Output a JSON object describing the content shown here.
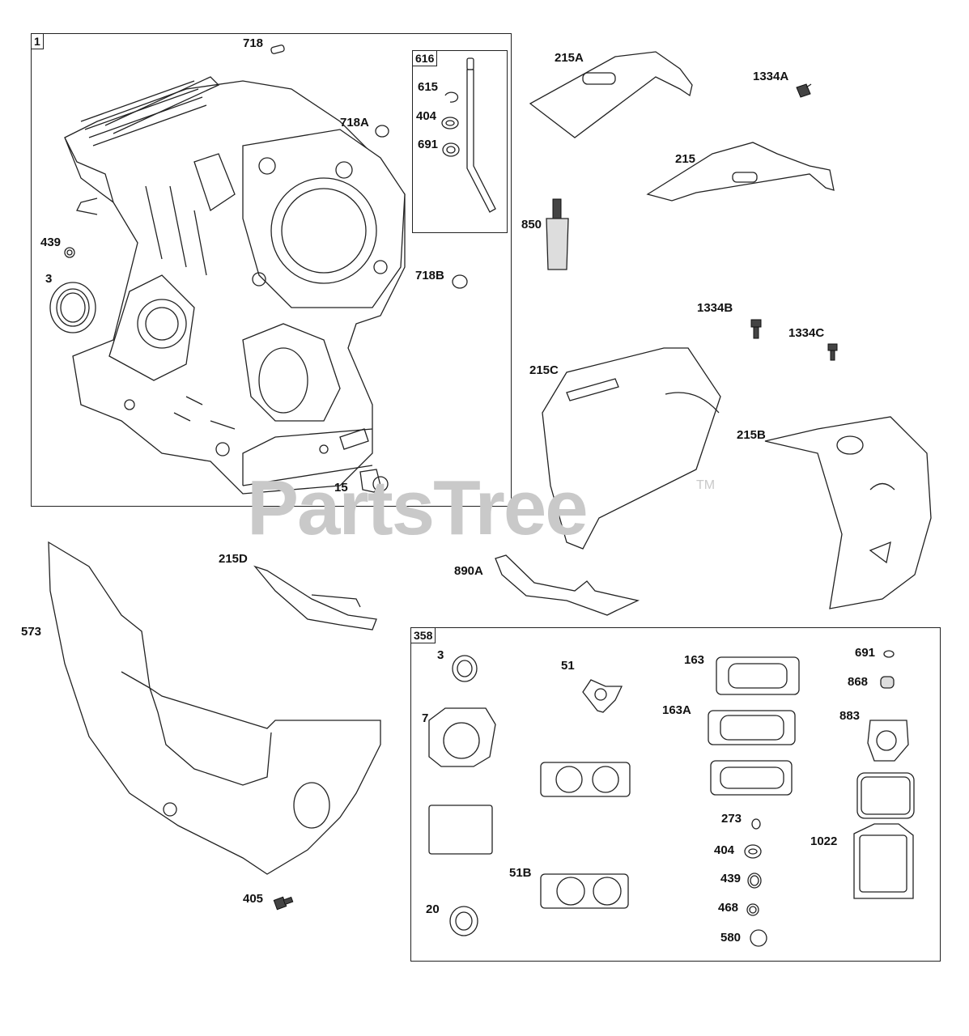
{
  "watermark": {
    "text": "PartsTree",
    "tm": "TM"
  },
  "groups": {
    "engine_block": "1",
    "dipstick": "616",
    "gasket_set": "358"
  },
  "labels": {
    "p718": "718",
    "p718A": "718A",
    "p718B": "718B",
    "p439": "439",
    "p3": "3",
    "p15": "15",
    "p615": "615",
    "p404": "404",
    "p691": "691",
    "p215A": "215A",
    "p1334A": "1334A",
    "p215": "215",
    "p850": "850",
    "p1334B": "1334B",
    "p1334C": "1334C",
    "p215C": "215C",
    "p215B": "215B",
    "p215D": "215D",
    "p890A": "890A",
    "p573": "573",
    "p405": "405",
    "k3": "3",
    "k51": "51",
    "k163": "163",
    "k691": "691",
    "k868": "868",
    "k7": "7",
    "k163A": "163A",
    "k883": "883",
    "k273": "273",
    "k1022": "1022",
    "k404": "404",
    "k51B": "51B",
    "k439": "439",
    "k20": "20",
    "k468": "468",
    "k580": "580"
  }
}
